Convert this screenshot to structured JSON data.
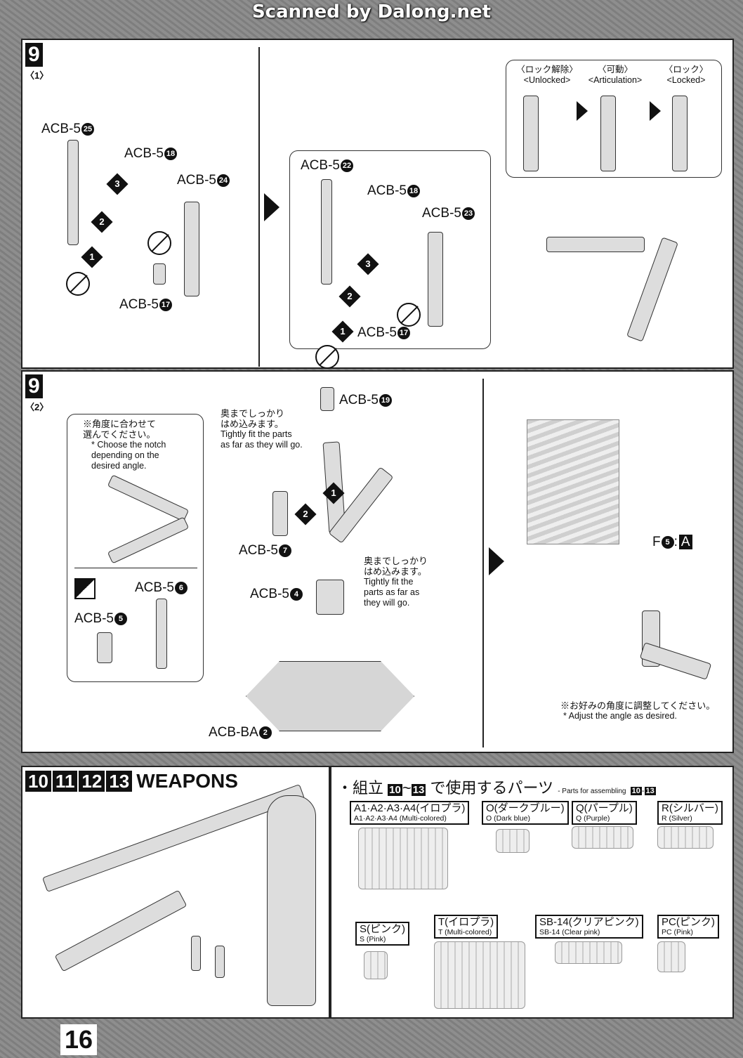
{
  "watermark": "Scanned by Dalong.net",
  "step9_1": {
    "step": "9",
    "sub": "〈1〉",
    "left_labels": [
      {
        "p": "ACB-5",
        "n": "25"
      },
      {
        "p": "ACB-5",
        "n": "18"
      },
      {
        "p": "ACB-5",
        "n": "24"
      },
      {
        "p": "ACB-5",
        "n": "17"
      }
    ],
    "inset_labels": [
      {
        "p": "ACB-5",
        "n": "22"
      },
      {
        "p": "ACB-5",
        "n": "18"
      },
      {
        "p": "ACB-5",
        "n": "23"
      },
      {
        "p": "ACB-5",
        "n": "17"
      }
    ],
    "order": [
      "1",
      "2",
      "3"
    ],
    "states": [
      {
        "jp": "〈ロック解除〉",
        "en": "<Unlocked>"
      },
      {
        "jp": "〈可動〉",
        "en": "<Articulation>"
      },
      {
        "jp": "〈ロック〉",
        "en": "<Locked>"
      }
    ]
  },
  "step9_2": {
    "step": "9",
    "sub": "〈2〉",
    "note_jp": "※角度に合わせて\n選んでください。",
    "note_en": "* Choose the notch\ndepending on the\ndesired angle.",
    "fit_jp": "奥までしっかり\nはめ込みます。",
    "fit_en": "Tightly fit the parts\nas far as they will go.",
    "fit2_en": "Tightly fit the\nparts as far as\nthey will go.",
    "labels": [
      {
        "p": "ACB-5",
        "n": "19"
      },
      {
        "p": "ACB-5",
        "n": "7"
      },
      {
        "p": "ACB-5",
        "n": "4"
      },
      {
        "p": "ACB-BA",
        "n": "2"
      },
      {
        "p": "ACB-5",
        "n": "6"
      },
      {
        "p": "ACB-5",
        "n": "5"
      }
    ],
    "f_label": "F",
    "f_num": "5",
    "f_sep": ":",
    "f_box": "A",
    "adjust_jp": "※お好みの角度に調整してください。",
    "adjust_en": "* Adjust the angle as desired."
  },
  "weapons": {
    "steps": [
      "10",
      "11",
      "12",
      "13"
    ],
    "title": "WEAPONS"
  },
  "parts": {
    "heading_prefix": "・組立",
    "from": "10",
    "tilde": "~",
    "to": "13",
    "heading_suffix": "で使用するパーツ",
    "en_prefix": "- Parts for assembling",
    "en_dash": "-",
    "runners": [
      {
        "jp": "A1·A2·A3·A4(イロプラ)",
        "en": "A1·A2·A3·A4 (Multi-colored)"
      },
      {
        "jp": "O(ダークブルー)",
        "en": "O (Dark blue)"
      },
      {
        "jp": "Q(パープル)",
        "en": "Q (Purple)"
      },
      {
        "jp": "R(シルバー)",
        "en": "R (Silver)"
      },
      {
        "jp": "S(ピンク)",
        "en": "S (Pink)"
      },
      {
        "jp": "T(イロプラ)",
        "en": "T (Multi-colored)"
      },
      {
        "jp": "SB-14(クリアピンク)",
        "en": "SB-14 (Clear pink)"
      },
      {
        "jp": "PC(ピンク)",
        "en": "PC (Pink)"
      }
    ]
  },
  "page_number": "16"
}
